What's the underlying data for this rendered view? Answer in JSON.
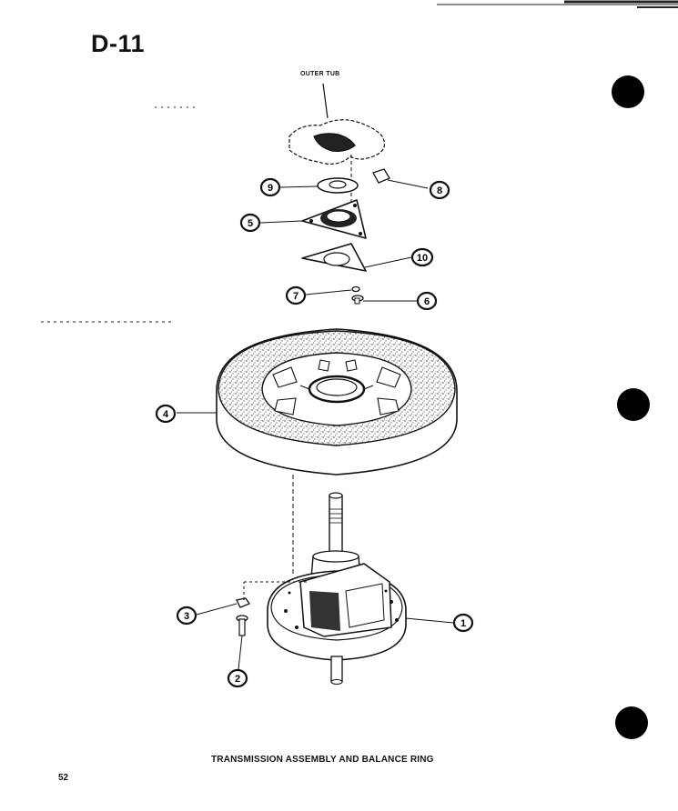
{
  "header": {
    "page_code": "D-11"
  },
  "diagram": {
    "tub_label": "OUTER TUB",
    "callouts": [
      "1",
      "2",
      "3",
      "4",
      "5",
      "6",
      "7",
      "8",
      "9",
      "10"
    ]
  },
  "footer": {
    "caption": "TRANSMISSION ASSEMBLY AND BALANCE RING",
    "page_number": "52"
  },
  "colors": {
    "ink": "#111111",
    "paper": "#ffffff",
    "speckle": "#555555"
  }
}
